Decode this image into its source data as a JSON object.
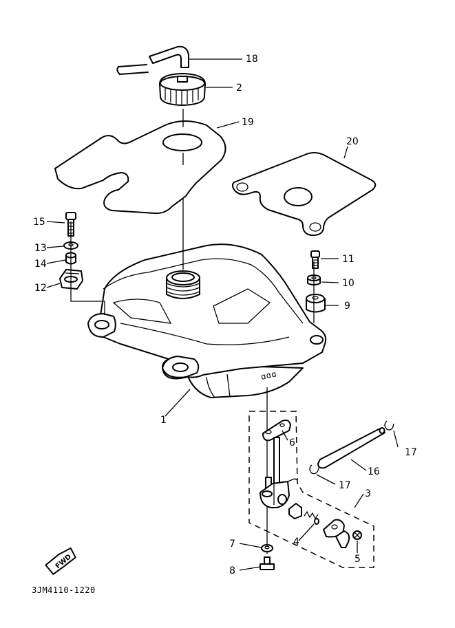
{
  "diagram": {
    "callouts": {
      "p1": "1",
      "p2": "2",
      "p3": "3",
      "p4": "4",
      "p5": "5",
      "p6": "6",
      "p7": "7",
      "p8": "8",
      "p9": "9",
      "p10": "10",
      "p11": "11",
      "p12": "12",
      "p13": "13",
      "p14": "14",
      "p15": "15",
      "p16": "16",
      "p17a": "17",
      "p17b": "17",
      "p18": "18",
      "p19": "19",
      "p20": "20"
    },
    "fwd_label": "FWD",
    "drawing_code": "3JM4110-1220"
  }
}
